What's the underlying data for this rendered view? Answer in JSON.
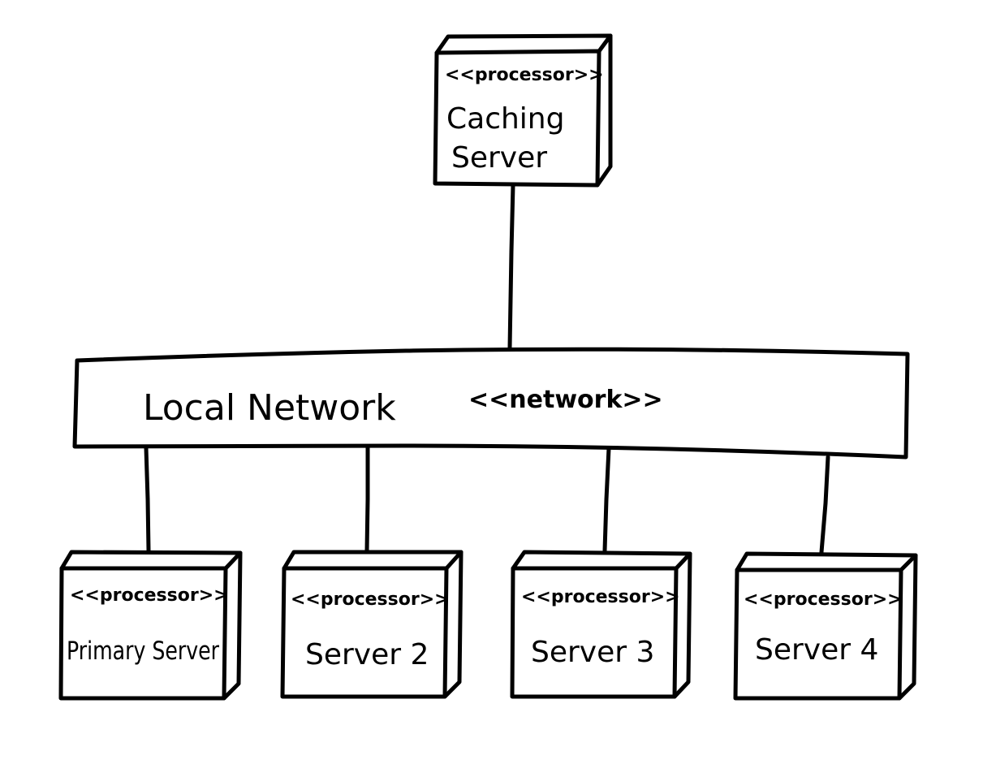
{
  "caching_server": {
    "stereotype": "<<processor>>",
    "name_line1": "Caching",
    "name_line2": "Server"
  },
  "network": {
    "name": "Local Network",
    "stereotype": "<<network>>"
  },
  "servers": [
    {
      "stereotype": "<<processor>>",
      "name": "Primary Server"
    },
    {
      "stereotype": "<<processor>>",
      "name": "Server 2"
    },
    {
      "stereotype": "<<processor>>",
      "name": "Server 3"
    },
    {
      "stereotype": "<<processor>>",
      "name": "Server 4"
    }
  ],
  "colors": {
    "ink": "#000000",
    "background": "#ffffff"
  }
}
